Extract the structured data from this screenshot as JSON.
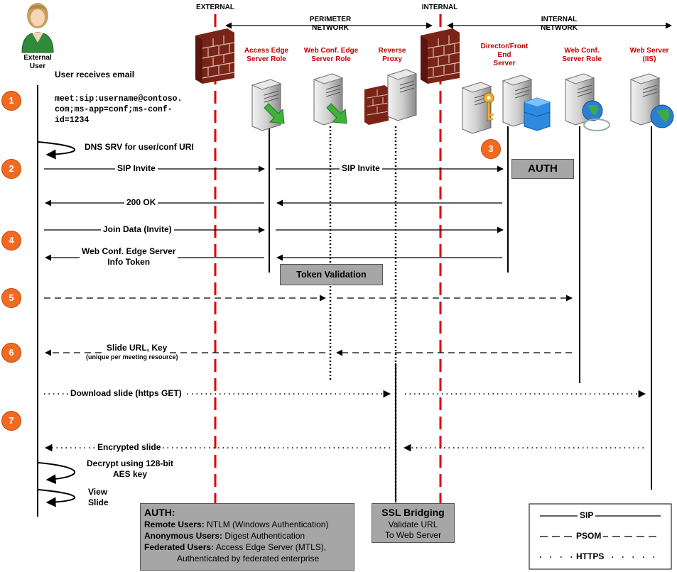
{
  "zones": {
    "external": "EXTERNAL",
    "perimeter": "PERIMETER\nNETWORK",
    "internal": "INTERNAL",
    "internal_network": "INTERNAL\nNETWORK"
  },
  "actors": {
    "external_user": "External\nUser",
    "access_edge": "Access Edge\nServer Role",
    "web_conf_edge": "Web Conf. Edge\nServer Role",
    "reverse_proxy": "Reverse\nProxy",
    "director": "Director/Front\nEnd\nServer",
    "web_conf_server": "Web Conf.\nServer Role",
    "web_server": "Web Server\n(IIS)"
  },
  "intro": {
    "email": "User receives email",
    "uri": "meet:sip:username@contoso.\ncom;ms-app=conf;ms-conf-\nid=1234"
  },
  "steps": [
    "1",
    "2",
    "3",
    "4",
    "5",
    "6",
    "7"
  ],
  "messages": {
    "dns": "DNS SRV for user/conf URI",
    "sip_invite_1": "SIP Invite",
    "sip_invite_2": "SIP Invite",
    "ok_200": "200 OK",
    "join_data": "Join Data (Invite)",
    "info_token": "Web Conf. Edge Server\nInfo Token",
    "slide_url": "Slide URL, Key",
    "slide_url_note": "(unique per meeting resource)",
    "download": "Download slide (https GET)",
    "encrypted": "Encrypted slide",
    "decrypt": "Decrypt using 128-bit\nAES key",
    "view": "View\nSlide"
  },
  "boxes": {
    "auth_small": "AUTH",
    "token_validation": "Token Validation"
  },
  "auth_note": {
    "title": "AUTH:",
    "remote_label": "Remote Users:",
    "remote_text": " NTLM (Windows Authentication)",
    "anon_label": "Anonymous Users:",
    "anon_text": " Digest Authentication",
    "fed_label": "Federated Users:",
    "fed_text": " Access Edge Server (MTLS),",
    "fed_text2": "Authenticated by federated enterprise"
  },
  "ssl_note": {
    "title": "SSL Bridging",
    "line1": "Validate URL",
    "line2": "To Web Server"
  },
  "legend": {
    "sip": "SIP",
    "psom": "PSOM",
    "https": "HTTPS"
  },
  "colors": {
    "firewall_line": "#e00000",
    "step_circle": "#f26a21",
    "role_label": "#c00000",
    "box_gray": "#a6a6a6"
  }
}
